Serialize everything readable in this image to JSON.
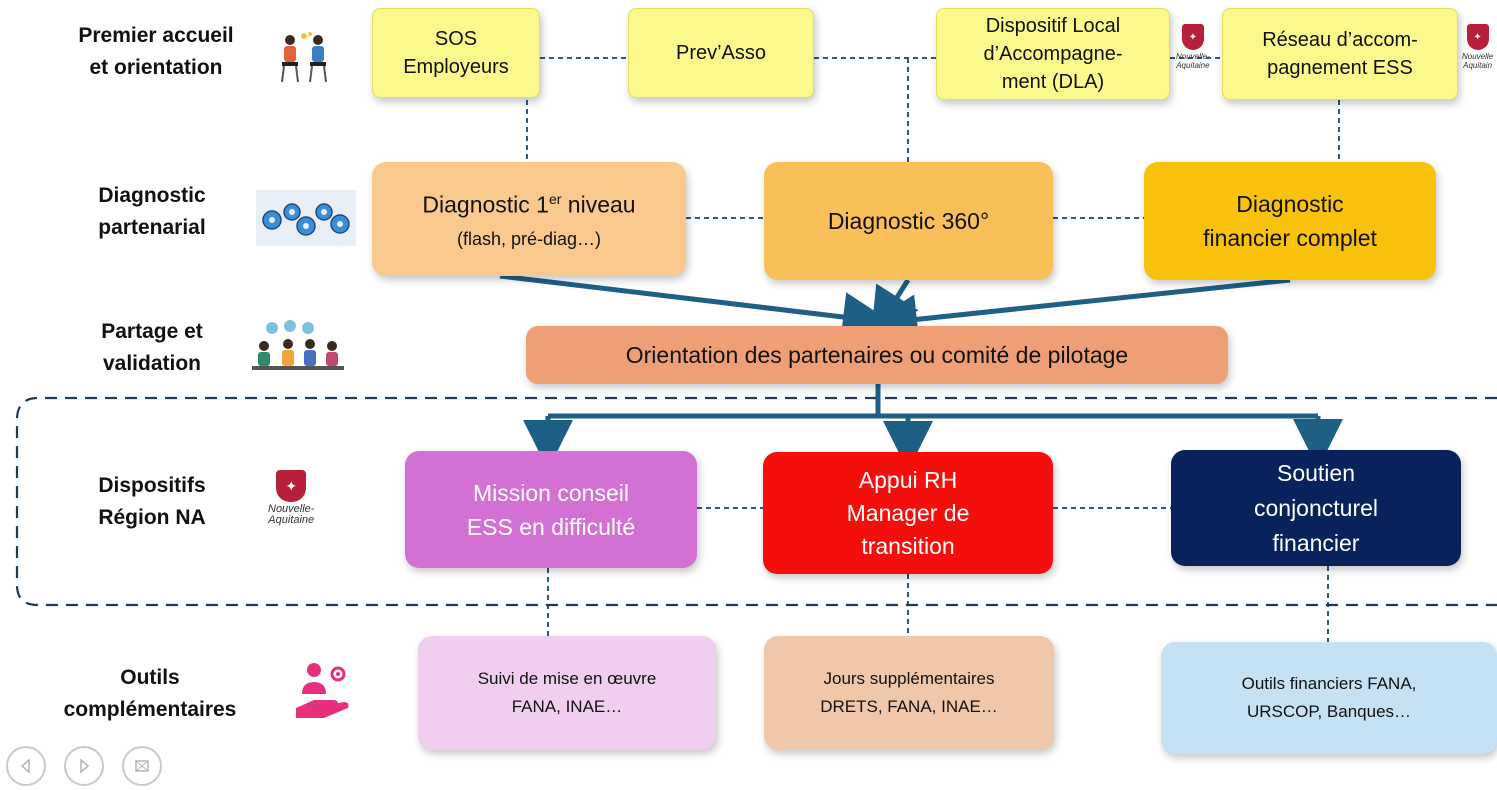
{
  "rows": {
    "premier_accueil": "Premier accueil\net orientation",
    "diagnostic": "Diagnostic\npartenarial",
    "partage": "Partage et\nvalidation",
    "dispositifs": "Dispositifs\nRégion NA",
    "outils": "Outils\ncomplémentaires"
  },
  "accueil": {
    "sos": "SOS\nEmployeurs",
    "prevasso": "Prev’Asso",
    "dla": "Dispositif Local\nd’Accompagne-\nment (DLA)",
    "reseau": "Réseau d’accom-\npagnement ESS"
  },
  "diagnostic": {
    "d1_main": "Diagnostic 1",
    "d1_sup": "er",
    "d1_tail": " niveau",
    "d1_sub": "(flash, pré-diag…)",
    "d360": "Diagnostic 360°",
    "dfin": "Diagnostic\nfinancier complet"
  },
  "orientation": "Orientation des partenaires ou comité de pilotage",
  "dispositifs": {
    "mission": "Mission conseil\nESS en difficulté",
    "appui": "Appui RH\nManager de\ntransition",
    "soutien": "Soutien\nconjoncturel\nfinancier"
  },
  "outils": {
    "suivi": "Suivi de mise en œuvre\nFANA, INAE…",
    "jours": "Jours supplémentaires\nDRETS, FANA, INAE…",
    "financiers": "Outils financiers FANA,\nURSCOP, Banques…"
  },
  "logos": {
    "region_text": "Nouvelle-\nAquitaine",
    "region_text_small": "Nouvelle-\nAquitaine",
    "region_text_right": "Nouvelle\nAquitain"
  },
  "colors": {
    "connector": "#1e5f86",
    "dashed": "#2b5a80",
    "yellow": "#fbf98c",
    "mission": "#d270d3",
    "appui": "#f50f0c",
    "soutien": "#08225c"
  },
  "icons": {
    "nav_prev": "prev-slide-icon",
    "nav_next": "next-slide-icon",
    "nav_overview": "slide-overview-icon"
  }
}
